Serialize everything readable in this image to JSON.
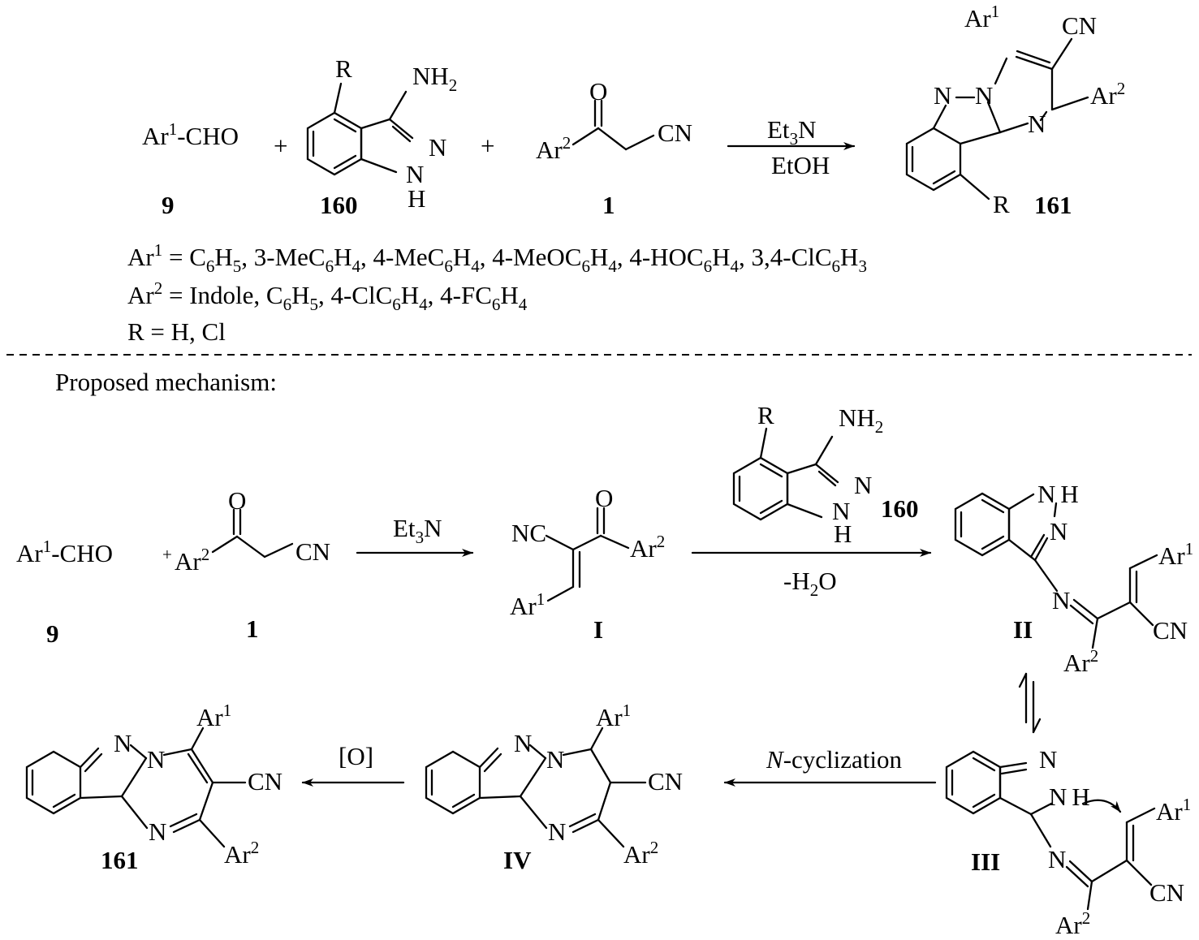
{
  "reaction": {
    "reagent_9": "Ar1-CHO",
    "plus": "+",
    "reagent_160_substituent": "R",
    "reagent_160_amine": "NH2",
    "reagent_160_n": "N",
    "reagent_160_nh": "N",
    "reagent_160_h": "H",
    "reagent_1_o": "O",
    "reagent_1_ar": "Ar2",
    "reagent_1_cn": "CN",
    "conditions_top": "Et3N",
    "conditions_bottom": "EtOH",
    "product_ar1": "Ar1",
    "product_cn": "CN",
    "product_ar2": "Ar2",
    "product_n1": "N",
    "product_n2": "N",
    "product_n3": "N",
    "product_r": "R",
    "labels": {
      "c9": "9",
      "c160": "160",
      "c1": "1",
      "c161": "161"
    }
  },
  "substituents": {
    "ar1_line": "Ar1 = C6H5, 3-MeC6H4, 4-MeC6H4, 4-MeOC6H4, 4-HOC6H4, 3,4-ClC6H3",
    "ar2_line": "Ar2 = Indole, C6H5, 4-ClC6H4, 4-FC6H4",
    "r_line": "R = H, Cl"
  },
  "mechanism": {
    "heading": "Proposed mechanism:",
    "step1_reagent": "Et3N",
    "step2_reagent": "-H2O",
    "step3_reagent": "N-cyclization",
    "step4_reagent": "[O]",
    "labels": {
      "c9": "9",
      "c1": "1",
      "cI": "I",
      "c160": "160",
      "cII": "II",
      "cIII": "III",
      "cIV": "IV",
      "c161": "161"
    }
  }
}
